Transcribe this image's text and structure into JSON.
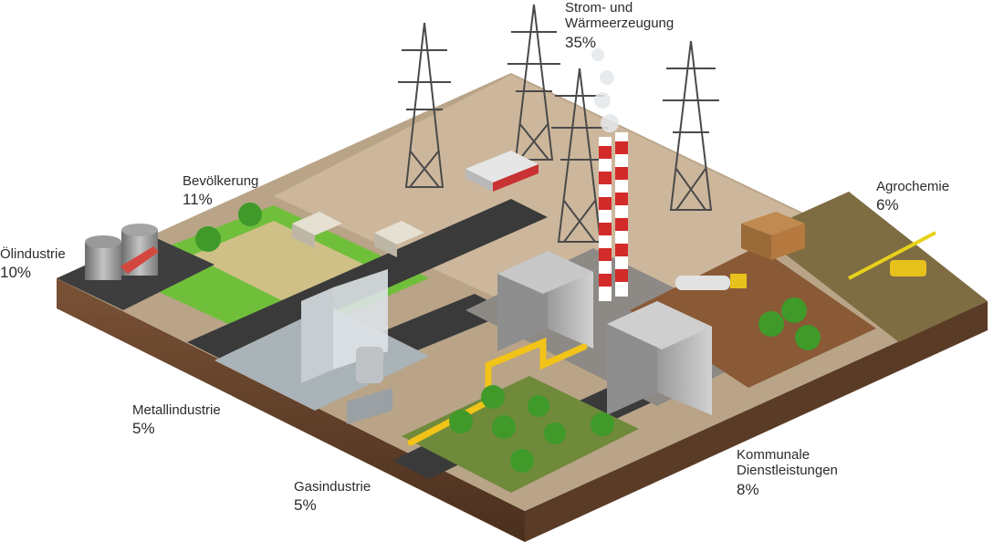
{
  "labels": {
    "strom": {
      "name_line1": "Strom- und",
      "name_line2": "Wärmeerzeugung",
      "percent": "35%"
    },
    "bevoelkerung": {
      "name": "Bevölkerung",
      "percent": "11%"
    },
    "oelindustrie": {
      "name": "Ölindustrie",
      "percent": "10%"
    },
    "agrochemie": {
      "name": "Agrochemie",
      "percent": "6%"
    },
    "metallindustrie": {
      "name": "Metallindustrie",
      "percent": "5%"
    },
    "gasindustrie": {
      "name": "Gasindustrie",
      "percent": "5%"
    },
    "kommunale": {
      "name_line1": "Kommunale",
      "name_line2": "Dienstleistungen",
      "percent": "8%"
    }
  },
  "colors": {
    "soil_dark": "#5a3b26",
    "soil_mid": "#7a5236",
    "gravel": "#c9b79f",
    "grass": "#6fbf3a",
    "road": "#3a3a3a",
    "chimney_red": "#d32a2a",
    "pipe_yellow": "#f2c318",
    "crane_yellow": "#e8d21a"
  }
}
